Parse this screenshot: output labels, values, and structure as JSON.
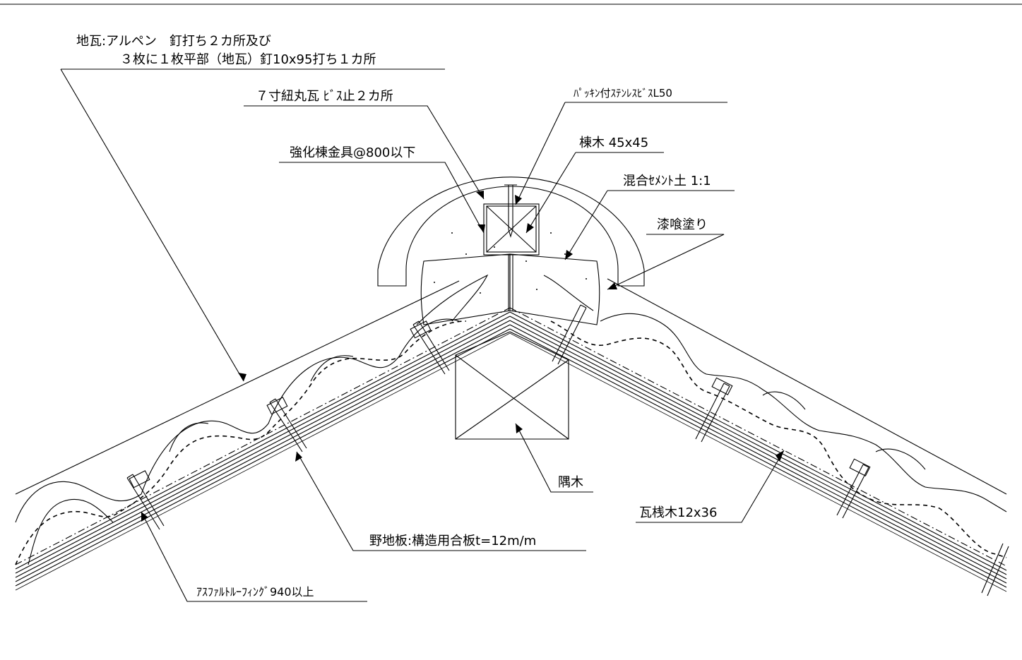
{
  "labels": {
    "jigawara_1": "地瓦:アルペン　釘打ち２カ所及び",
    "jigawara_2": "３枚に１枚平部（地瓦）釘10x95打ち１カ所",
    "himomaru": "７寸紐丸瓦 ﾋﾞｽ止２カ所",
    "screw": "ﾊﾟｯｷﾝ付ｽﾃﾝﾚｽﾋﾞｽL50",
    "munagi": "棟木 45x45",
    "bracket": "強化棟金具@800以下",
    "mortar": "混合ｾﾒﾝﾄ土 1:1",
    "plaster": "漆喰塗り",
    "sumigi": "隅木",
    "sanki": "瓦桟木12x36",
    "nojiita": "野地板:構造用合板t=12m/m",
    "roofing": "ｱｽﾌｧﾙﾄﾙｰﾌｨﾝｸﾞ940以上"
  },
  "colors": {
    "line": "#000000",
    "background": "#ffffff"
  }
}
